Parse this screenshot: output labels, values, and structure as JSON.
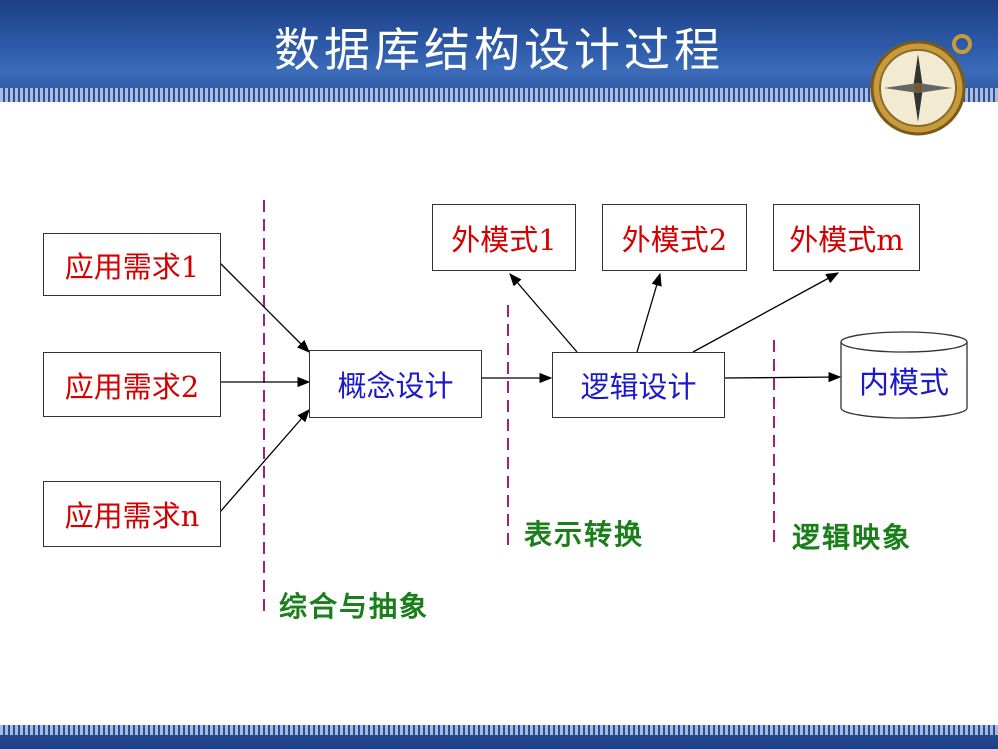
{
  "title": "数据库结构设计过程",
  "requirements": [
    "应用需求1",
    "应用需求2",
    "应用需求n"
  ],
  "conceptual_design": "概念设计",
  "logical_design": "逻辑设计",
  "external_schemas": [
    "外模式1",
    "外模式2",
    "外模式m"
  ],
  "internal_schema": "内模式",
  "phase_labels": {
    "synthesis": "综合与抽象",
    "transformation": "表示转换",
    "mapping": "逻辑映象"
  },
  "colors": {
    "requirement_text": "#d40000",
    "design_text": "#1a1acc",
    "phase_text": "#1a7f1a",
    "divider": "#a0207a"
  },
  "icons": [
    "compass-icon"
  ]
}
